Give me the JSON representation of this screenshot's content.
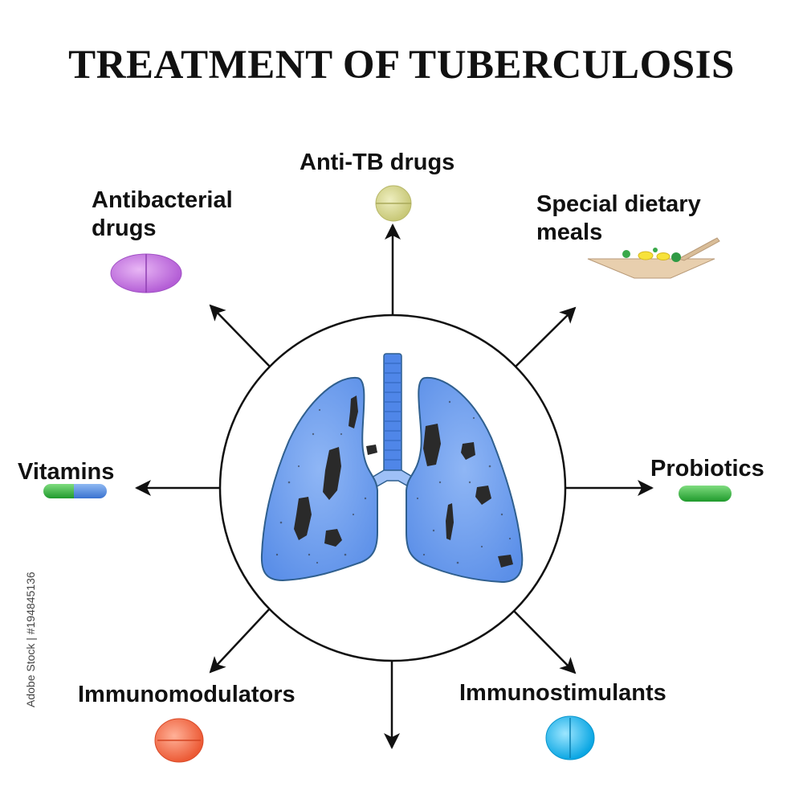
{
  "title": "TREATMENT OF TUBERCULOSIS",
  "center": {
    "label": "lungs"
  },
  "labels": {
    "anti_tb": "Anti-TB drugs",
    "antibacterial_line1": "Antibacterial",
    "antibacterial_line2": "drugs",
    "dietary_line1": "Special dietary",
    "dietary_line2": "meals",
    "vitamins": "Vitamins",
    "probiotics": "Probiotics",
    "immunomodulators": "Immunomodulators",
    "immunostimulants": "Immunostimulants"
  },
  "watermark": "Adobe Stock | #194845136",
  "colors": {
    "lung_fill": "#6699f0",
    "lung_stroke": "#2f5f8e",
    "trachea": "#4f86e8",
    "lesion": "#2a2a2a",
    "anti_tb_pill": "#d6d68f",
    "antibacterial_pill": "#c77be2",
    "vitamin_green": "#2fb53a",
    "vitamin_blue": "#4a86e0",
    "probiotic_pill": "#3fb84d",
    "immunomodulator_pill": "#f26f4a",
    "immunostimulant_pill": "#22b7ec",
    "bowl": "#e8cfae"
  }
}
